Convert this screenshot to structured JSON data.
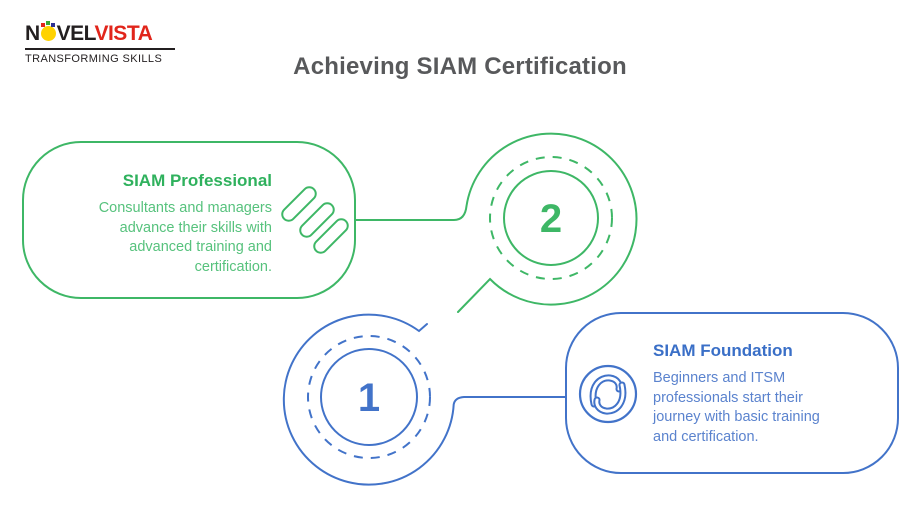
{
  "logo": {
    "brand_prefix": "N",
    "brand_mid": "VEL",
    "brand_suffix": "VISTA",
    "tagline": "TRANSFORMING SKILLS",
    "colors": {
      "text_black": "#231f20",
      "text_red": "#e1251b",
      "bulb_yellow": "#ffd200",
      "dot_red": "#e1251b",
      "dot_green": "#39a935",
      "dot_blue": "#2e3192"
    }
  },
  "title": {
    "text": "Achieving SIAM Certification",
    "color": "#58595b"
  },
  "steps": [
    {
      "number": "1",
      "title": "SIAM Foundation",
      "description": "Beginners and ITSM professionals start their journey with basic training and certification.",
      "accent": "#4273c9",
      "text_color": "#5b83ce",
      "icon": "siam-link-icon"
    },
    {
      "number": "2",
      "title": "SIAM Professional",
      "description": "Consultants and managers advance their skills with advanced training and certification.",
      "accent": "#3eb766",
      "text_color": "#57c27d",
      "icon": "capsules-icon"
    }
  ]
}
